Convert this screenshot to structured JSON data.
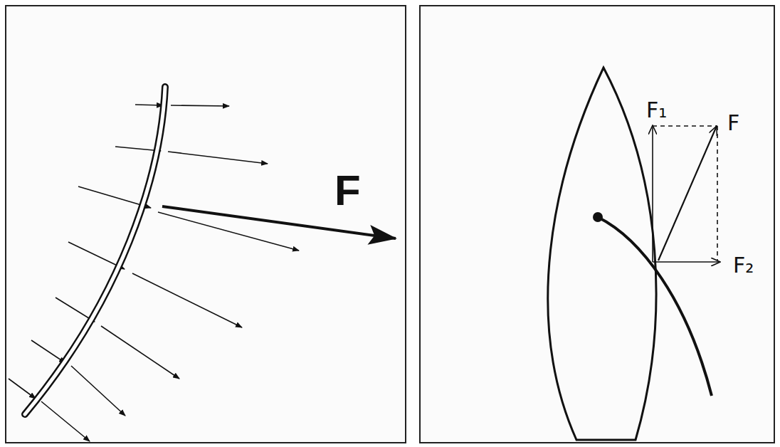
{
  "diagram": {
    "labels": [
      "F",
      "F₁",
      "F",
      "F₂"
    ]
  }
}
